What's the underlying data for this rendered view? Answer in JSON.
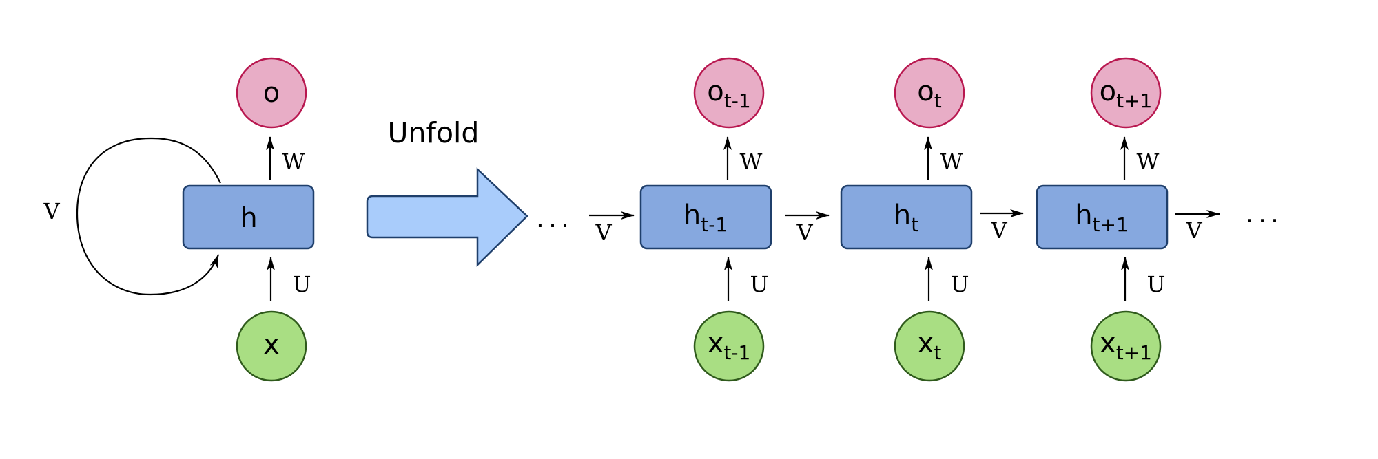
{
  "colors": {
    "hidden_fill": "#86a8df",
    "hidden_stroke": "#1f3f6b",
    "output_fill": "#e8adc6",
    "output_stroke": "#b8174f",
    "input_fill": "#a9de83",
    "input_stroke": "#2f5a1c",
    "unfold_arrow_fill": "#a9ccfb",
    "unfold_arrow_stroke": "#1f3f6b",
    "edge": "#000000"
  },
  "folded": {
    "hidden": {
      "base": "h",
      "sub": ""
    },
    "output": {
      "base": "o",
      "sub": ""
    },
    "input": {
      "base": "x",
      "sub": ""
    },
    "weight_out": "W",
    "weight_in": "U",
    "weight_recurrent": "V"
  },
  "unfold_label": "Unfold",
  "unfolded": {
    "ellipsis_left": "...",
    "ellipsis_right": "...",
    "steps": [
      {
        "hidden": {
          "base": "h",
          "sub": "t-1"
        },
        "output": {
          "base": "o",
          "sub": "t-1"
        },
        "input": {
          "base": "x",
          "sub": "t-1"
        },
        "weight_out": "W",
        "weight_in": "U",
        "weight_recurrent_in": "V"
      },
      {
        "hidden": {
          "base": "h",
          "sub": "t"
        },
        "output": {
          "base": "o",
          "sub": "t"
        },
        "input": {
          "base": "x",
          "sub": "t"
        },
        "weight_out": "W",
        "weight_in": "U",
        "weight_recurrent_in": "V"
      },
      {
        "hidden": {
          "base": "h",
          "sub": "t+1"
        },
        "output": {
          "base": "o",
          "sub": "t+1"
        },
        "input": {
          "base": "x",
          "sub": "t+1"
        },
        "weight_out": "W",
        "weight_in": "U",
        "weight_recurrent_in": "V"
      }
    ],
    "weight_recurrent_out": "V"
  }
}
